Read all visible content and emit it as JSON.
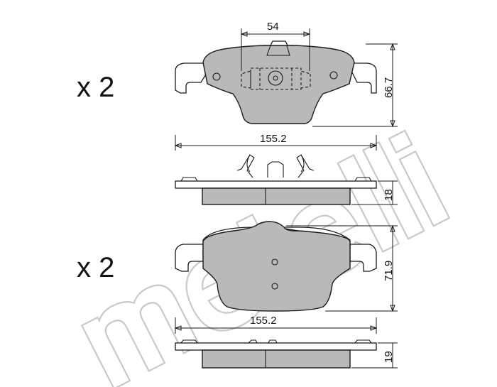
{
  "watermark": {
    "brand": "metelli"
  },
  "front_set": {
    "quantity": "x 2",
    "dimensions": {
      "wear_indicator_width": "54",
      "height": "66.7",
      "length": "155.2",
      "thickness": "18"
    }
  },
  "rear_set": {
    "quantity": "x 2",
    "dimensions": {
      "height": "71.9",
      "length": "155.2",
      "thickness": "19"
    }
  },
  "colors": {
    "friction_material": "#b9b9b9",
    "outline": "#1a1a1a",
    "watermark": "#c9c9c9"
  }
}
